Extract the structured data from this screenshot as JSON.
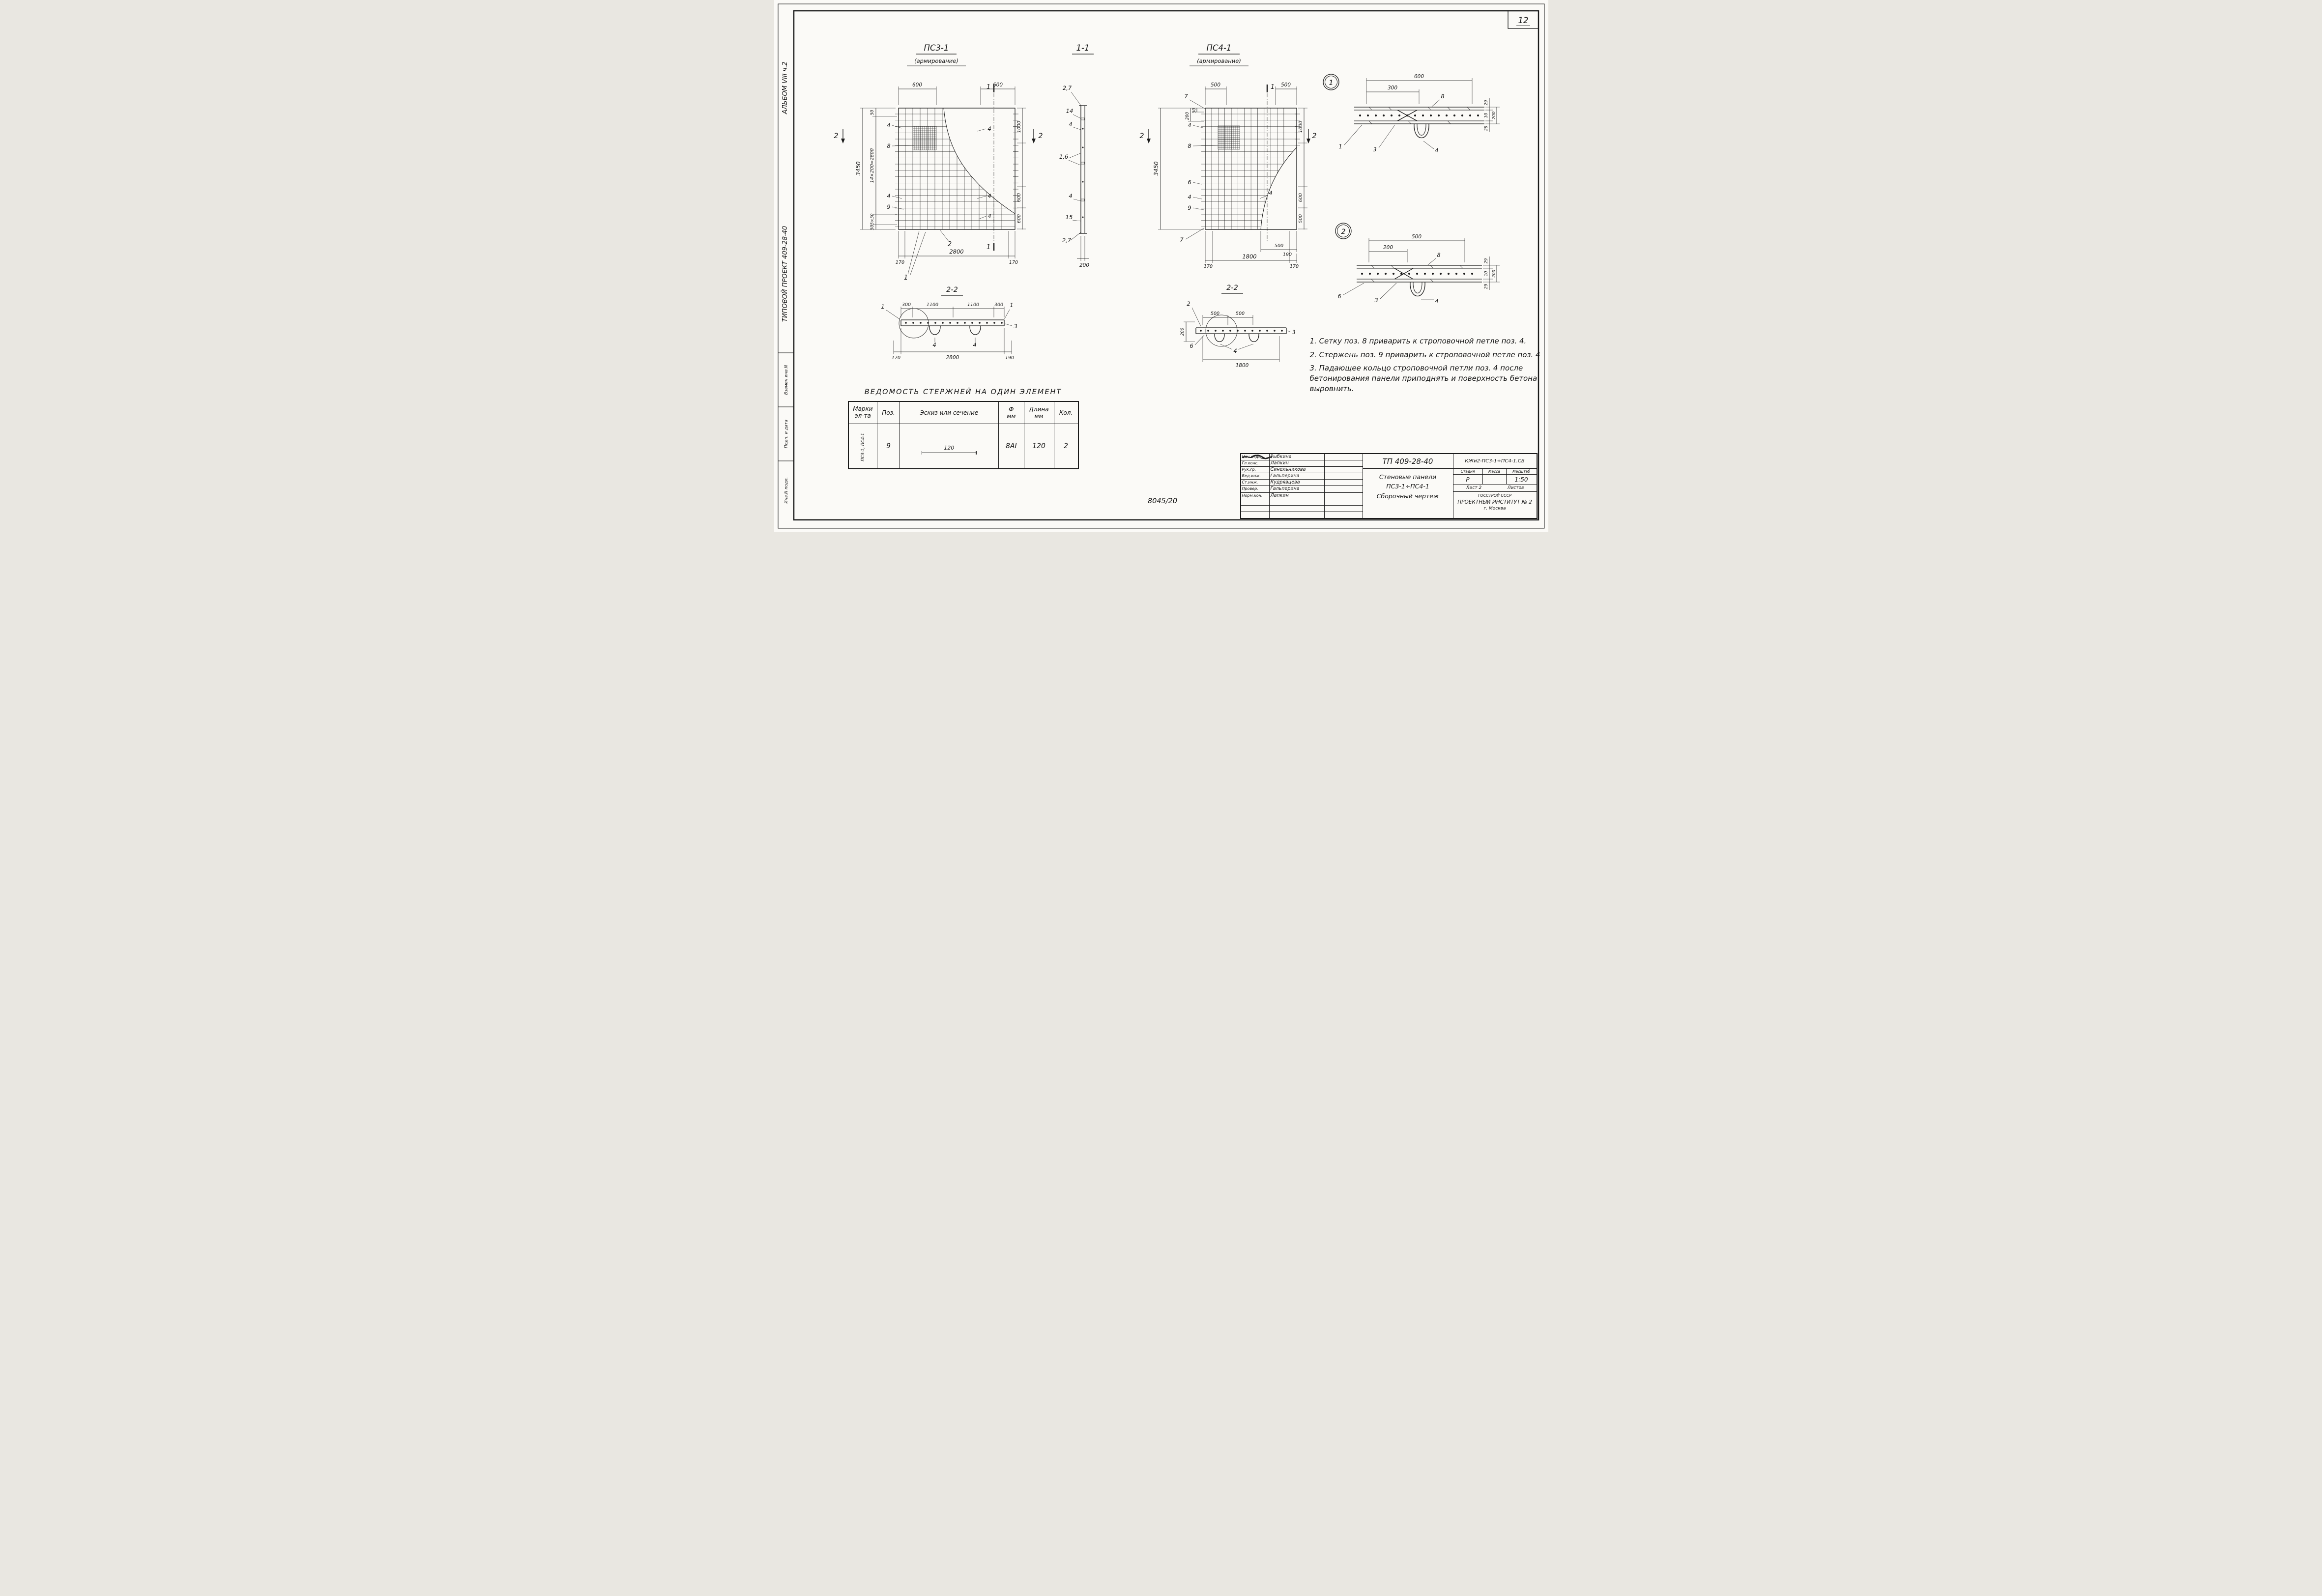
{
  "sheet": {
    "page_number": "12",
    "doc_ref": "8045/20"
  },
  "margin": {
    "album": "АЛЬБОМ VIII ч.2",
    "project": "ТИПОВОЙ ПРОЕКТ 409-28-40",
    "stamps": [
      "Взамен инв.N",
      "Подп. и дата",
      "Инв.N подл."
    ]
  },
  "ps3": {
    "title": "ПС3-1",
    "subtitle": "(армирование)",
    "dim_top_left": "600",
    "dim_top_right": "600",
    "cut_top": "1",
    "cut_bot": "1",
    "cut_left": "2",
    "cut_right": "2",
    "dim_height": "3450",
    "dim_left_top": "50",
    "dim_left_main": "14×200=2800",
    "dim_left_b1": "5×50",
    "dim_left_b2": "50",
    "dim_right_1": "1000",
    "dim_right_2": "600",
    "dim_right_3": "600",
    "dim_bot_left": "170",
    "dim_bot_mid": "2800",
    "dim_bot_right": "170",
    "lbl_4a": "4",
    "lbl_8": "8",
    "lbl_4b": "4",
    "lbl_9": "9",
    "lbl_r4a": "4",
    "lbl_r4b": "4",
    "lbl_r4c": "4",
    "lbl_mesh": "2",
    "lbl_frame": "1"
  },
  "sec11": {
    "title": "1-1",
    "lbl_t27": "2,7",
    "lbl_14": "14",
    "lbl_4a": "4",
    "lbl_16": "1,6",
    "lbl_4b": "4",
    "lbl_15": "15",
    "lbl_b27": "2,7",
    "dim_bot": "200"
  },
  "ps4": {
    "title": "ПС4-1",
    "subtitle": "(армирование)",
    "dim_top_left": "500",
    "dim_top_right": "500",
    "cut_top": "1",
    "cut_left": "2",
    "cut_right": "2",
    "dim_left_50": "50",
    "dim_left_200": "200",
    "dim_height": "3450",
    "lbl_7t": "7",
    "lbl_4a": "4",
    "lbl_8": "8",
    "lbl_6": "6",
    "lbl_4b": "4",
    "lbl_9": "9",
    "lbl_4c": "4",
    "lbl_7b": "7",
    "dim_right_1": "1000",
    "dim_right_2": "600",
    "dim_right_3": "500",
    "dim_right_190": "190",
    "dim_br": "500",
    "dim_bot_left": "170",
    "dim_bot_mid": "1800",
    "dim_bot_right": "170"
  },
  "node1": {
    "badge": "1",
    "dim_top": "600",
    "dim_top2": "300",
    "lbl_8": "8",
    "lbl_1": "1",
    "lbl_3": "3",
    "lbl_4": "4",
    "dim_r1": "29",
    "dim_r2": "10",
    "dim_r3": "200",
    "dim_r4": "29"
  },
  "node2": {
    "badge": "2",
    "dim_top": "500",
    "dim_top2": "200",
    "lbl_8": "8",
    "lbl_6": "6",
    "lbl_3": "3",
    "lbl_4": "4",
    "dim_r1": "29",
    "dim_r2": "10",
    "dim_r3": "200",
    "dim_r4": "29"
  },
  "sec22a": {
    "title": "2-2",
    "dim_1": "300",
    "dim_2": "1100",
    "dim_3": "1100",
    "dim_4": "300",
    "lbl_1l": "1",
    "lbl_1r": "1",
    "lbl_3": "3",
    "lbl_4a": "4",
    "lbl_4b": "4",
    "dim_bot_left": "170",
    "dim_bot_mid": "2800",
    "dim_bot_right": "190"
  },
  "sec22b": {
    "title": "2-2",
    "dim_1": "500",
    "dim_2": "500",
    "dim_left": "200",
    "lbl_2": "2",
    "lbl_3": "3",
    "lbl_6": "6",
    "lbl_4": "4",
    "dim_bot": "1800"
  },
  "notes": {
    "n1": "1. Сетку поз. 8 приварить к строповочной петле поз. 4.",
    "n2": "2. Стержень поз. 9 приварить к строповочной петле поз. 4",
    "n3": "3. Падающее кольцо строповочной петли поз. 4 после бетонирования панели приподнять и поверхность бетона выровнить."
  },
  "parts_table": {
    "title": "ВЕДОМОСТЬ СТЕРЖНЕЙ НА ОДИН ЭЛЕМЕНТ",
    "col_mark": "Марки эл-та",
    "col_pos": "Поз.",
    "col_sketch": "Эскиз или сечение",
    "col_dia": "Ф",
    "col_dia_u": "мм",
    "col_len": "Длина",
    "col_len_u": "мм",
    "col_qty": "Кол.",
    "row_mark": "ПС3-1, ПС4-1",
    "row_pos": "9",
    "row_sketch": "120",
    "row_dia": "8АI",
    "row_len": "120",
    "row_qty": "2"
  },
  "titleblock": {
    "code": "ТП 409-28-40",
    "code2": "КЖи2-ПС3-1÷ПС4-1.СБ",
    "t1": "Стеновые панели",
    "t2": "ПС3-1÷ПС4-1",
    "t3": "Сборочный чертеж",
    "stage_l": "Стадия",
    "mass_l": "Масса",
    "scale_l": "Масштаб",
    "stage_v": "Р",
    "scale_v": "1:50",
    "sheet_l": "Лист 2",
    "sheets_l": "Листов",
    "org1": "ГОССТРОЙ СССР",
    "org2": "ПРОЕКТНЫЙ ИНСТИТУТ № 2",
    "org3": "г. Москва",
    "signers": [
      {
        "role": "Нач.отд.",
        "name": "Рыбкина"
      },
      {
        "role": "Гл.конс.",
        "name": "Лапкин"
      },
      {
        "role": "Рук.гр.",
        "name": "Синельникова"
      },
      {
        "role": "Вед.инж.",
        "name": "Гальперина"
      },
      {
        "role": "Ст.инж.",
        "name": "Кудрявцева"
      },
      {
        "role": "Провер.",
        "name": "Гальперина"
      },
      {
        "role": "Норм.кон.",
        "name": "Лапкин"
      }
    ]
  }
}
